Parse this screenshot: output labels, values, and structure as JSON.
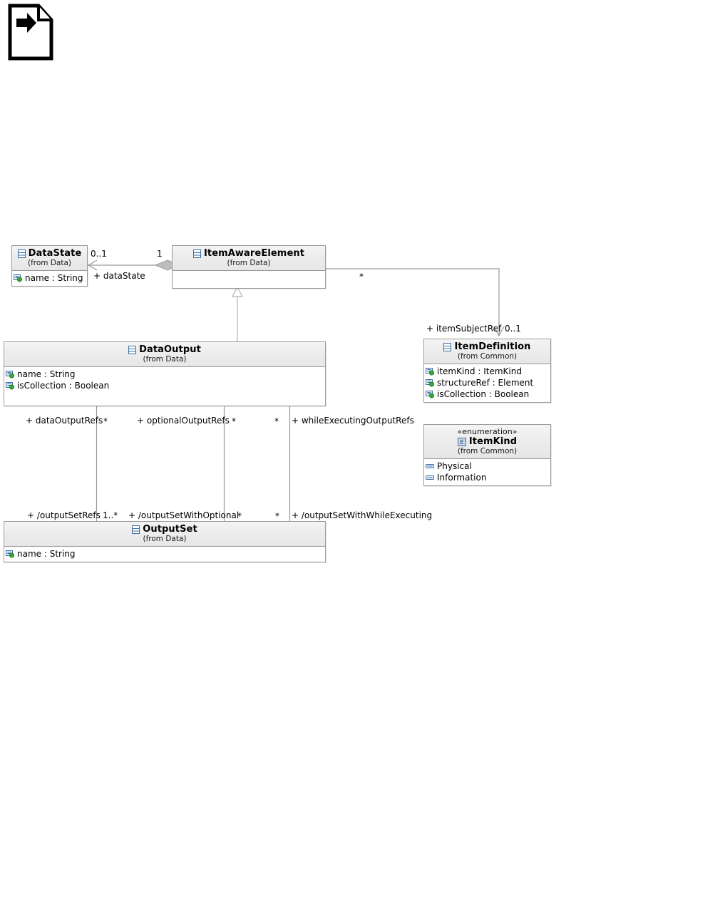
{
  "diagram": {
    "title": "BPMN DataOutput class diagram",
    "icon": "page-with-arrow-icon",
    "line_color": "#9a9a9a",
    "header_color": "#ededed",
    "accent_color": "#3b6ea5"
  },
  "classes": [
    {
      "id": "datastate",
      "name": "DataState",
      "from": "(from Data)",
      "stereotype": "",
      "icon": "class-icon",
      "attributes": [
        {
          "text": "name : String",
          "icon": "attribute-icon"
        }
      ],
      "has_empty_compartment": false
    },
    {
      "id": "itemawareelement",
      "name": "ItemAwareElement",
      "from": "(from Data)",
      "stereotype": "",
      "icon": "class-icon",
      "attributes": [],
      "has_empty_compartment": true
    },
    {
      "id": "dataoutput",
      "name": "DataOutput",
      "from": "(from Data)",
      "stereotype": "",
      "icon": "class-icon",
      "attributes": [
        {
          "text": "name : String",
          "icon": "attribute-icon"
        },
        {
          "text": "isCollection : Boolean",
          "icon": "attribute-icon"
        }
      ],
      "has_empty_compartment": false
    },
    {
      "id": "itemdefinition",
      "name": "ItemDefinition",
      "from": "(from Common)",
      "stereotype": "",
      "icon": "class-icon",
      "attributes": [
        {
          "text": "itemKind : ItemKind",
          "icon": "attribute-icon"
        },
        {
          "text": "structureRef : Element",
          "icon": "attribute-icon"
        },
        {
          "text": "isCollection : Boolean",
          "icon": "attribute-icon"
        }
      ],
      "has_empty_compartment": false
    },
    {
      "id": "itemkind",
      "name": "ItemKind",
      "from": "(from Common)",
      "stereotype": "«enumeration»",
      "icon": "enumeration-icon",
      "attributes": [
        {
          "text": "Physical",
          "icon": "literal-icon"
        },
        {
          "text": "Information",
          "icon": "literal-icon"
        }
      ],
      "has_empty_compartment": false
    },
    {
      "id": "outputset",
      "name": "OutputSet",
      "from": "(from Data)",
      "stereotype": "",
      "icon": "class-icon",
      "attributes": [
        {
          "text": "name : String",
          "icon": "attribute-icon"
        }
      ],
      "has_empty_compartment": false
    }
  ],
  "edge_labels": {
    "datastate_mult": "0..1",
    "itemaware_mult": "1",
    "datastate_role": "+ dataState",
    "itemsubject_star": "*",
    "itemsubject_role": "+ itemSubjectRef",
    "itemdefinition_mult": "0..1",
    "dataoutput_refs_role": "+ dataOutputRefs",
    "dataoutput_refs_mult": "*",
    "optional_refs_role": "+ optionalOutputRefs",
    "optional_refs_mult": "*",
    "whileexec_refs_mult": "*",
    "whileexec_refs_role": "+ whileExecutingOutputRefs",
    "outputsetrefs_role": "+ /outputSetRefs",
    "outputsetrefs_mult": "1..*",
    "outputsetoptional_role": "+ /outputSetWithOptional",
    "outputsetoptional_mult": "*",
    "outputsetwhile_mult": "*",
    "outputsetwhile_role": "+ /outputSetWithWhileExecuting"
  }
}
